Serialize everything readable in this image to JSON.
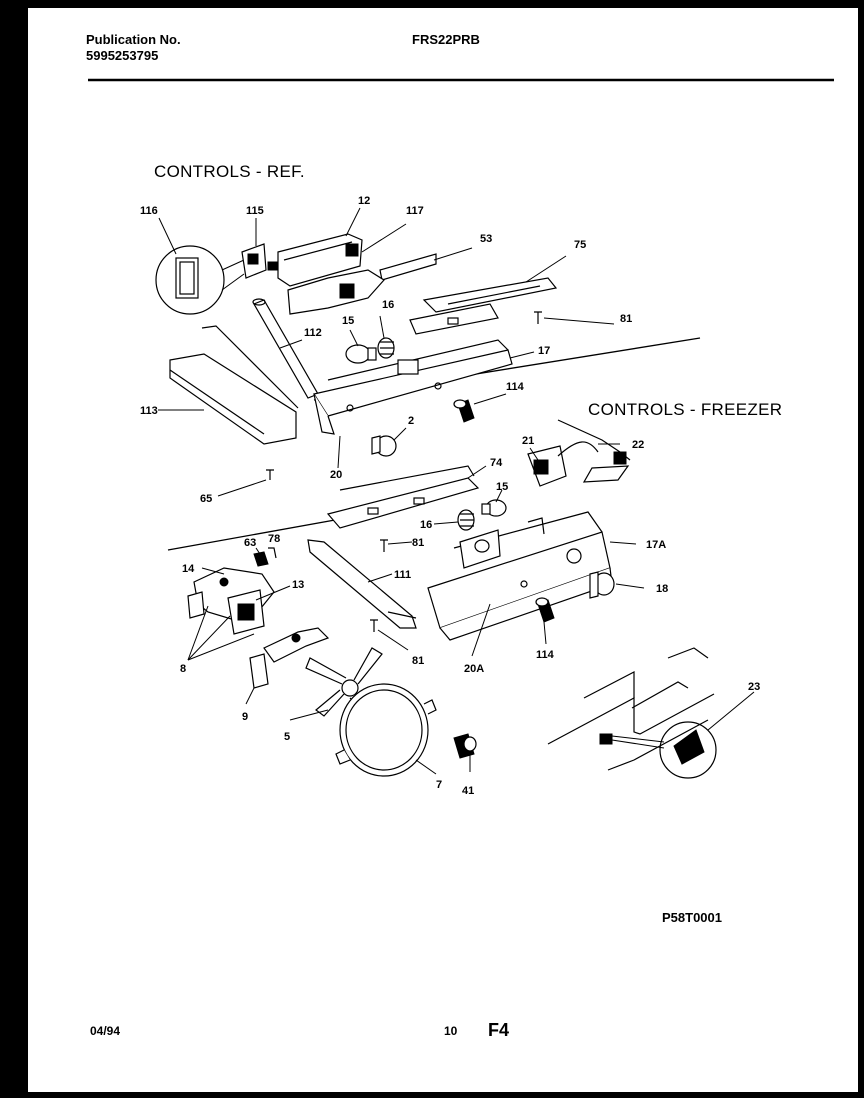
{
  "header": {
    "publication_label": "Publication No.",
    "publication_number": "5995253795",
    "model": "FRS22PRB"
  },
  "sections": {
    "ref": "CONTROLS - REF.",
    "freezer": "CONTROLS - FREEZER"
  },
  "parts": [
    {
      "id": "p116",
      "label": "116"
    },
    {
      "id": "p115",
      "label": "115"
    },
    {
      "id": "p12",
      "label": "12"
    },
    {
      "id": "p117",
      "label": "117"
    },
    {
      "id": "p53",
      "label": "53"
    },
    {
      "id": "p75",
      "label": "75"
    },
    {
      "id": "p81a",
      "label": "81"
    },
    {
      "id": "p16a",
      "label": "16"
    },
    {
      "id": "p15a",
      "label": "15"
    },
    {
      "id": "p112",
      "label": "112"
    },
    {
      "id": "p17",
      "label": "17"
    },
    {
      "id": "p113",
      "label": "113"
    },
    {
      "id": "p114a",
      "label": "114"
    },
    {
      "id": "p2",
      "label": "2"
    },
    {
      "id": "p20",
      "label": "20"
    },
    {
      "id": "p65",
      "label": "65"
    },
    {
      "id": "p74",
      "label": "74"
    },
    {
      "id": "p21",
      "label": "21"
    },
    {
      "id": "p22",
      "label": "22"
    },
    {
      "id": "p15b",
      "label": "15"
    },
    {
      "id": "p16b",
      "label": "16"
    },
    {
      "id": "p81b",
      "label": "81"
    },
    {
      "id": "p17a",
      "label": "17A"
    },
    {
      "id": "p63",
      "label": "63"
    },
    {
      "id": "p78",
      "label": "78"
    },
    {
      "id": "p14",
      "label": "14"
    },
    {
      "id": "p13",
      "label": "13"
    },
    {
      "id": "p111",
      "label": "111"
    },
    {
      "id": "p18",
      "label": "18"
    },
    {
      "id": "p8",
      "label": "8"
    },
    {
      "id": "p81c",
      "label": "81"
    },
    {
      "id": "p20a",
      "label": "20A"
    },
    {
      "id": "p114b",
      "label": "114"
    },
    {
      "id": "p23",
      "label": "23"
    },
    {
      "id": "p9",
      "label": "9"
    },
    {
      "id": "p5",
      "label": "5"
    },
    {
      "id": "p7",
      "label": "7"
    },
    {
      "id": "p41",
      "label": "41"
    }
  ],
  "diagram_code": "P58T0001",
  "footer": {
    "date": "04/94",
    "page": "10",
    "section": "F4"
  }
}
